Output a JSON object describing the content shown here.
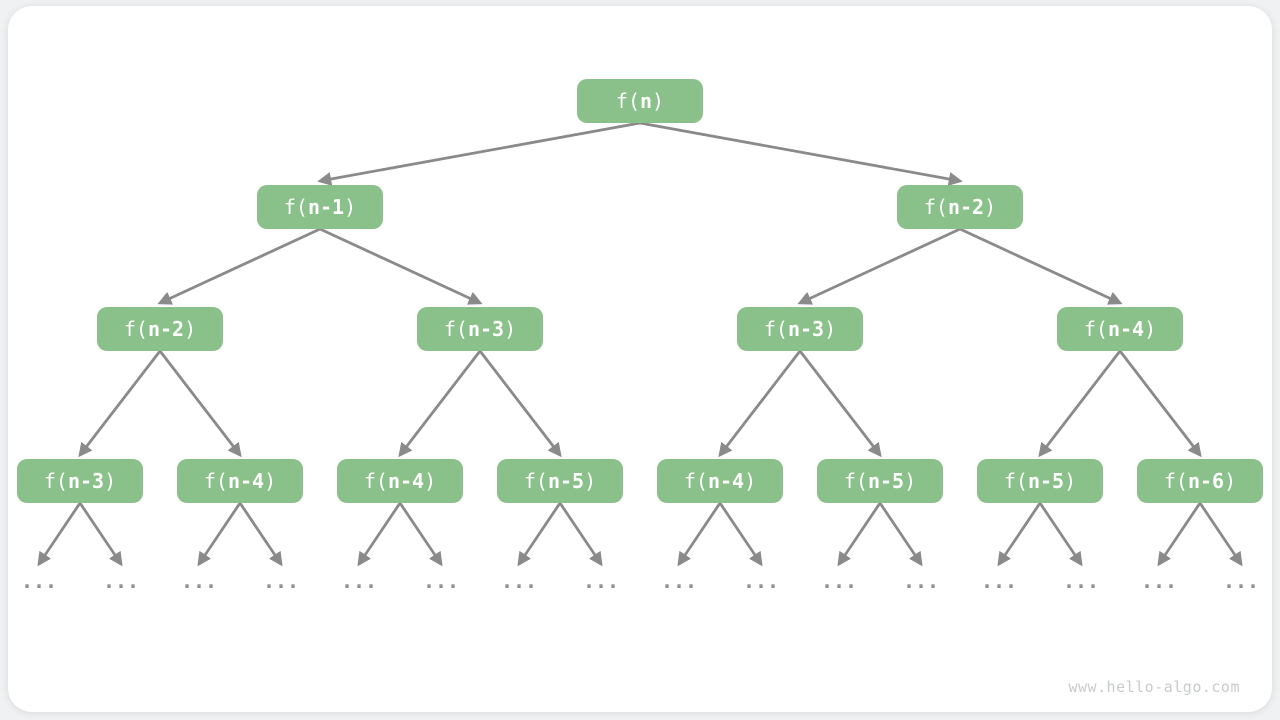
{
  "watermark": {
    "text": "www.hello-algo.com"
  },
  "colors": {
    "page_background": "#eff1f2",
    "card_background": "#ffffff",
    "node_fill": "#8ac18a",
    "node_text": "#ffffff",
    "edge": "#8a8a8a",
    "dots": "#8f8f8f",
    "watermark": "#c8cbcd"
  },
  "diagram": {
    "type": "recursion-tree",
    "description": "Recursion tree of f(n) = f(n-1) + f(n-2)",
    "ellipsis": "...",
    "tree": {
      "pre": "f(",
      "bold": "n",
      "post": ")",
      "children": [
        {
          "pre": "f(",
          "bold": "n-1",
          "post": ")",
          "children": [
            {
              "pre": "f(",
              "bold": "n-2",
              "post": ")",
              "children": [
                {
                  "pre": "f(",
                  "bold": "n-3",
                  "post": ")",
                  "children": [
                    {
                      "ellipsis": true
                    },
                    {
                      "ellipsis": true
                    }
                  ]
                },
                {
                  "pre": "f(",
                  "bold": "n-4",
                  "post": ")",
                  "children": [
                    {
                      "ellipsis": true
                    },
                    {
                      "ellipsis": true
                    }
                  ]
                }
              ]
            },
            {
              "pre": "f(",
              "bold": "n-3",
              "post": ")",
              "children": [
                {
                  "pre": "f(",
                  "bold": "n-4",
                  "post": ")",
                  "children": [
                    {
                      "ellipsis": true
                    },
                    {
                      "ellipsis": true
                    }
                  ]
                },
                {
                  "pre": "f(",
                  "bold": "n-5",
                  "post": ")",
                  "children": [
                    {
                      "ellipsis": true
                    },
                    {
                      "ellipsis": true
                    }
                  ]
                }
              ]
            }
          ]
        },
        {
          "pre": "f(",
          "bold": "n-2",
          "post": ")",
          "children": [
            {
              "pre": "f(",
              "bold": "n-3",
              "post": ")",
              "children": [
                {
                  "pre": "f(",
                  "bold": "n-4",
                  "post": ")",
                  "children": [
                    {
                      "ellipsis": true
                    },
                    {
                      "ellipsis": true
                    }
                  ]
                },
                {
                  "pre": "f(",
                  "bold": "n-5",
                  "post": ")",
                  "children": [
                    {
                      "ellipsis": true
                    },
                    {
                      "ellipsis": true
                    }
                  ]
                }
              ]
            },
            {
              "pre": "f(",
              "bold": "n-4",
              "post": ")",
              "children": [
                {
                  "pre": "f(",
                  "bold": "n-5",
                  "post": ")",
                  "children": [
                    {
                      "ellipsis": true
                    },
                    {
                      "ellipsis": true
                    }
                  ]
                },
                {
                  "pre": "f(",
                  "bold": "n-6",
                  "post": ")",
                  "children": [
                    {
                      "ellipsis": true
                    },
                    {
                      "ellipsis": true
                    }
                  ]
                }
              ]
            }
          ]
        }
      ]
    }
  }
}
